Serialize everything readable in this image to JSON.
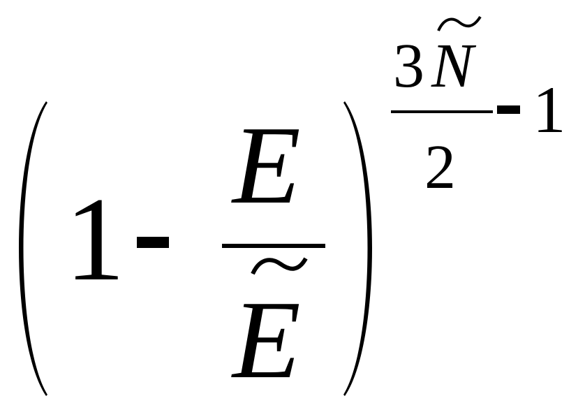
{
  "formula": {
    "base": {
      "one": "1",
      "minus": "-",
      "numerator": "E",
      "denominator": "E",
      "denominator_accent": "tilde"
    },
    "exponent": {
      "numerator_coeff": "3",
      "numerator_var": "N",
      "numerator_var_accent": "tilde",
      "denominator": "2",
      "minus": "-",
      "one": "1"
    }
  }
}
